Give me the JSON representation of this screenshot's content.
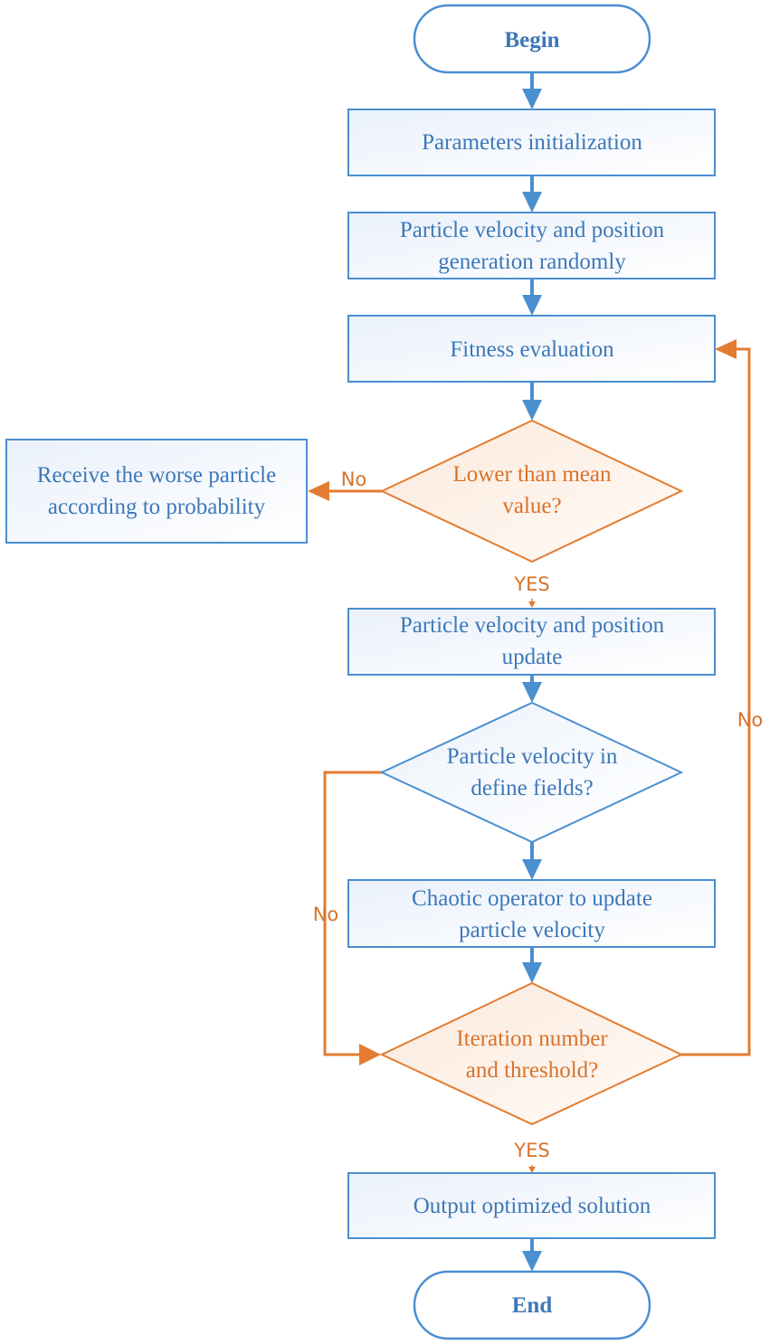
{
  "colors": {
    "blue": "#4a8fd0",
    "blue_text": "#3d78b8",
    "orange": "#e37c30",
    "orange_text": "#d9722a",
    "box_fill_start": "#f0f5fc",
    "box_fill_end": "#ffffff",
    "diamond_fill_orange": "#fdf2ea"
  },
  "nodes": {
    "begin": {
      "label": "Begin"
    },
    "params_init": {
      "label": "Parameters initialization"
    },
    "random_gen": {
      "line1": "Particle velocity and position",
      "line2": "generation randomly"
    },
    "fitness": {
      "label": "Fitness evaluation"
    },
    "lower_mean": {
      "line1": "Lower than mean",
      "line2": "value?"
    },
    "receive_worse": {
      "line1": "Receive the worse particle",
      "line2": "according to probability"
    },
    "update": {
      "line1": "Particle velocity and position",
      "line2": "update"
    },
    "velocity_check": {
      "line1": "Particle velocity in",
      "line2": "define fields?"
    },
    "chaotic": {
      "line1": "Chaotic operator to update",
      "line2": "particle velocity"
    },
    "iteration": {
      "line1": "Iteration number",
      "line2": "and threshold?"
    },
    "output": {
      "label": "Output optimized solution"
    },
    "end": {
      "label": "End"
    }
  },
  "edges": {
    "lower_no": "No",
    "lower_yes": "YES",
    "velocity_no": "No",
    "iteration_no": "No",
    "iteration_yes": "YES"
  }
}
